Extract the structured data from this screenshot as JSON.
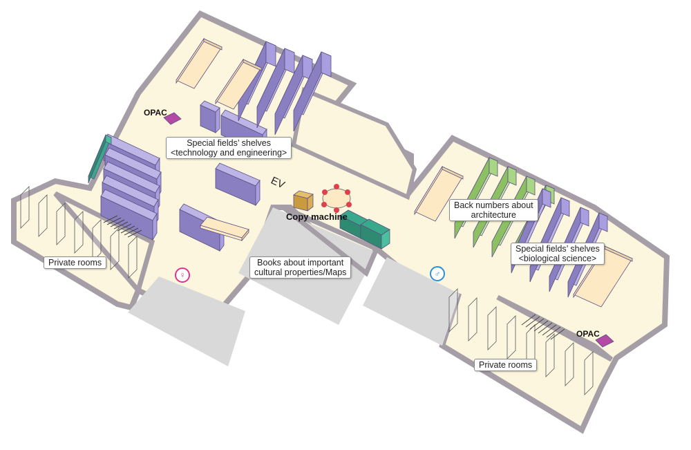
{
  "map": {
    "labels": {
      "opac_left": "OPAC",
      "opac_right": "OPAC",
      "tech_shelves": [
        "Special fields’ shelves",
        "<technology and engineering>"
      ],
      "ev": "EV",
      "copy_machine": "Copy machine",
      "back_numbers": [
        "Back numbers about",
        "architecture"
      ],
      "bio_shelves": [
        "Special fields’ shelves",
        "<biological science>"
      ],
      "private_rooms_left": "Private rooms",
      "private_rooms_right": "Private rooms",
      "cultural_books": [
        "Books about important",
        "cultural properties/Maps"
      ]
    },
    "colors": {
      "floor": "#fbf6dd",
      "wall": "#a59ea6",
      "room_gray": "#d9d9d9",
      "shelf_purple": "#8a7fc0",
      "shelf_green": "#8cc063",
      "table": "#fde9c4",
      "teal": "#3aa88a",
      "opac": "#b24aa6",
      "women_icon": "#e0338a",
      "men_icon": "#2d8fd6"
    },
    "icons": {
      "women": "restroom-women-icon",
      "men": "restroom-men-icon"
    }
  }
}
